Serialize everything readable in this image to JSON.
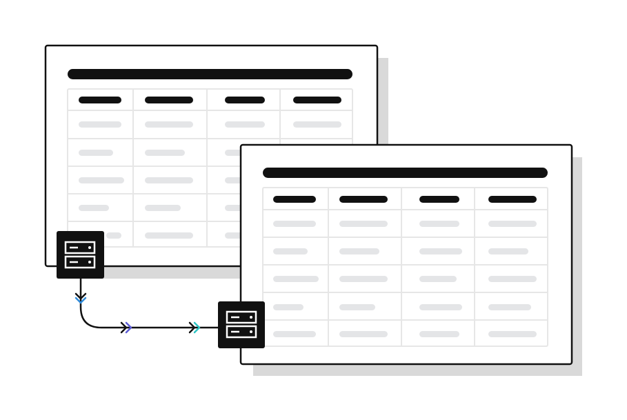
{
  "diagram": {
    "kind": "database-replication-illustration",
    "source_table": {
      "columns": 4,
      "body_rows": 5
    },
    "target_table": {
      "columns": 4,
      "body_rows": 5
    },
    "icons": {
      "source": "server-icon",
      "target": "server-icon"
    },
    "colors": {
      "stroke": "#111111",
      "shadow": "#d9d9d9",
      "grid": "#e6e6e6",
      "placeholder": "#e4e5e7",
      "arrow_blue": "#2f8bdb",
      "arrow_indigo": "#5b5bd6",
      "arrow_teal": "#2ec4c4"
    }
  }
}
